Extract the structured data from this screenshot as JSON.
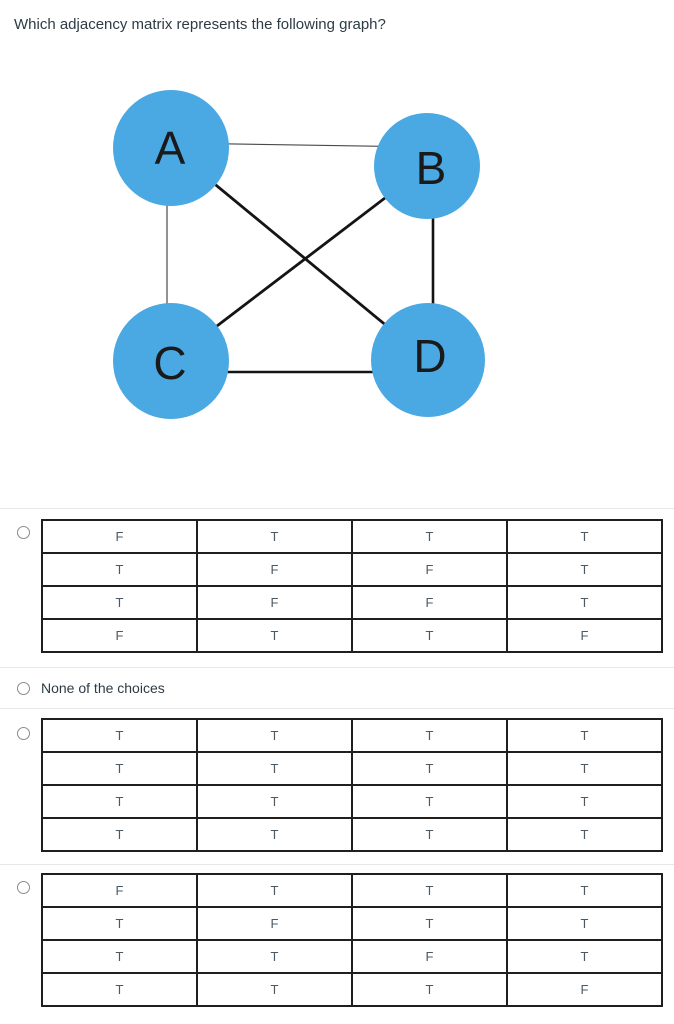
{
  "question": {
    "title": "Which adjacency matrix represents the following graph?"
  },
  "graph": {
    "node_color": "#4aa9e3",
    "edge_color_thick": "#141414",
    "edge_color_thin": "#4a4a4a",
    "nodes": [
      {
        "label": "A"
      },
      {
        "label": "B"
      },
      {
        "label": "C"
      },
      {
        "label": "D"
      }
    ],
    "edges": [
      "A-B",
      "A-C",
      "A-D",
      "B-C",
      "B-D",
      "C-D"
    ]
  },
  "options": [
    {
      "kind": "matrix",
      "matrix": [
        [
          "F",
          "T",
          "T",
          "T"
        ],
        [
          "T",
          "F",
          "F",
          "T"
        ],
        [
          "T",
          "F",
          "F",
          "T"
        ],
        [
          "F",
          "T",
          "T",
          "F"
        ]
      ]
    },
    {
      "kind": "text",
      "label": "None of the choices"
    },
    {
      "kind": "matrix",
      "matrix": [
        [
          "T",
          "T",
          "T",
          "T"
        ],
        [
          "T",
          "T",
          "T",
          "T"
        ],
        [
          "T",
          "T",
          "T",
          "T"
        ],
        [
          "T",
          "T",
          "T",
          "T"
        ]
      ]
    },
    {
      "kind": "matrix",
      "matrix": [
        [
          "F",
          "T",
          "T",
          "T"
        ],
        [
          "T",
          "F",
          "T",
          "T"
        ],
        [
          "T",
          "T",
          "F",
          "T"
        ],
        [
          "T",
          "T",
          "T",
          "F"
        ]
      ]
    }
  ]
}
